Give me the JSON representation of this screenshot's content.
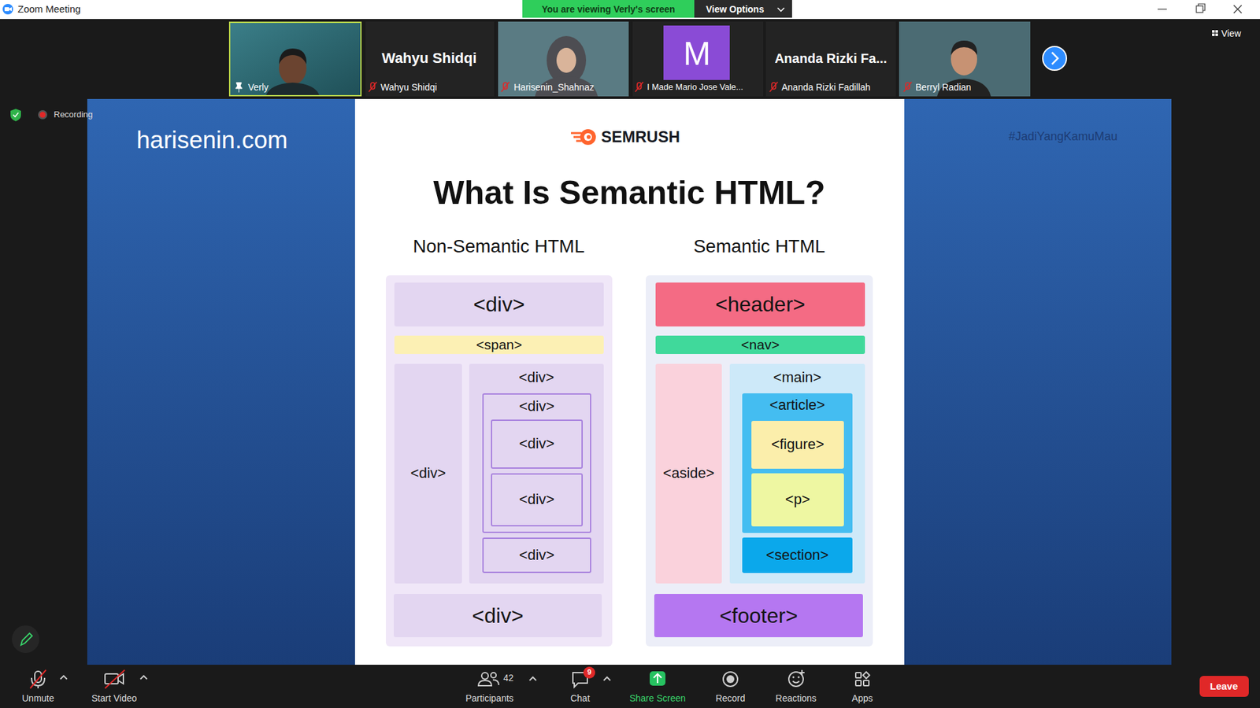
{
  "diagram": {
    "title": "What Is Semantic HTML?",
    "nodes": [
      {
        "text": [
          "<div>"
        ]
      },
      {
        "text": [
          "<span>"
        ]
      },
      {
        "text": [
          "<div>"
        ]
      },
      {
        "text": [
          "<div>"
        ]
      },
      {
        "text": [
          "<div>"
        ],
        "in": 3
      },
      {
        "text": [
          "<div>"
        ],
        "in": 4
      },
      {
        "text": [
          "<div>"
        ],
        "in": 4
      },
      {
        "text": [
          "<div>"
        ],
        "in": 3
      },
      {
        "text": [
          "<div>"
        ]
      },
      {
        "text": [
          "<header>"
        ]
      },
      {
        "text": [
          "<nav>"
        ]
      },
      {
        "text": [
          "<aside>"
        ]
      },
      {
        "text": [
          "<main>"
        ]
      },
      {
        "text": [
          "<article>"
        ],
        "in": 12
      },
      {
        "text": [
          "<figure>"
        ],
        "in": 13
      },
      {
        "text": [
          "<p>"
        ],
        "in": 13
      },
      {
        "text": [
          "<section>"
        ],
        "in": 12
      },
      {
        "text": [
          "<footer>"
        ]
      }
    ],
    "labels": [
      "Zoom Meeting",
      "You are viewing Verly's screen",
      "View Options",
      "View",
      "Verly",
      "Wahyu Shidqi",
      "Wahyu Shidqi",
      "Harisenin_Shahnaz",
      "M",
      "I Made Mario Jose Vale...",
      "Ananda Rizki Fa...",
      "Ananda Rizki Fadillah",
      "Berryl Radian",
      "Recording",
      "harisenin.com",
      "#JadiYangKamuMau",
      "SEMRUSH",
      "Non-Semantic HTML",
      "Semantic HTML",
      "Unmute",
      "Start Video",
      "42",
      "Participants",
      "9",
      "Chat",
      "Share Screen",
      "Record",
      "Reactions",
      "Apps",
      "Leave"
    ]
  }
}
